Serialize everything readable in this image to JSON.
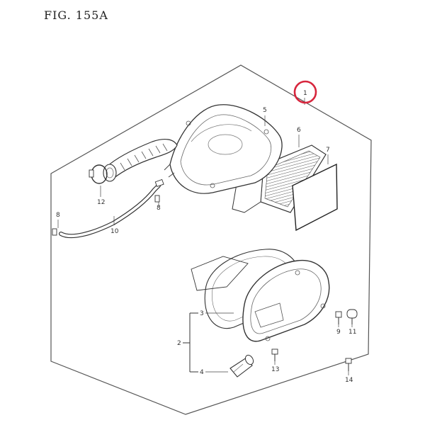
{
  "figure": {
    "title": "FIG. 155A"
  },
  "highlight": {
    "color": "#d7263d",
    "callout": "1"
  },
  "callouts": [
    {
      "id": "c1",
      "label": "1"
    },
    {
      "id": "c2",
      "label": "2"
    },
    {
      "id": "c3",
      "label": "3"
    },
    {
      "id": "c4",
      "label": "4"
    },
    {
      "id": "c5",
      "label": "5"
    },
    {
      "id": "c6",
      "label": "6"
    },
    {
      "id": "c7",
      "label": "7"
    },
    {
      "id": "c8a",
      "label": "8"
    },
    {
      "id": "c8b",
      "label": "8"
    },
    {
      "id": "c9",
      "label": "9"
    },
    {
      "id": "c10",
      "label": "10"
    },
    {
      "id": "c11",
      "label": "11"
    },
    {
      "id": "c12",
      "label": "12"
    },
    {
      "id": "c13",
      "label": "13"
    },
    {
      "id": "c14",
      "label": "14"
    }
  ]
}
